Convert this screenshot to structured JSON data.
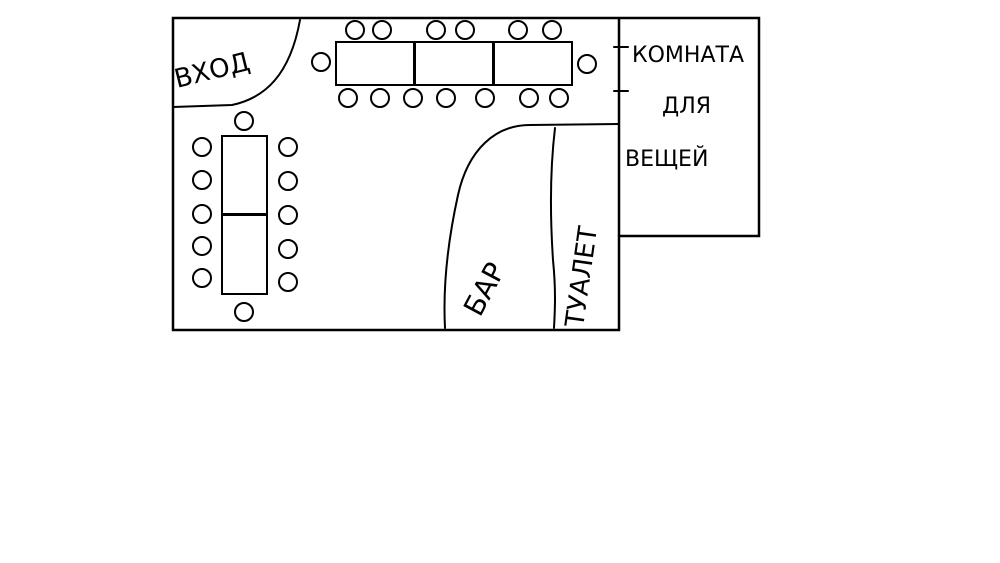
{
  "labels": {
    "entrance": "ВХОД",
    "bar": "БАР",
    "toilet": "ТУАЛЕТ",
    "storage_line1": "КОМНАТА",
    "storage_line2": "ДЛЯ",
    "storage_line3": "ВЕЩЕЙ"
  },
  "colors": {
    "ink": "#000000",
    "background": "#ffffff"
  }
}
